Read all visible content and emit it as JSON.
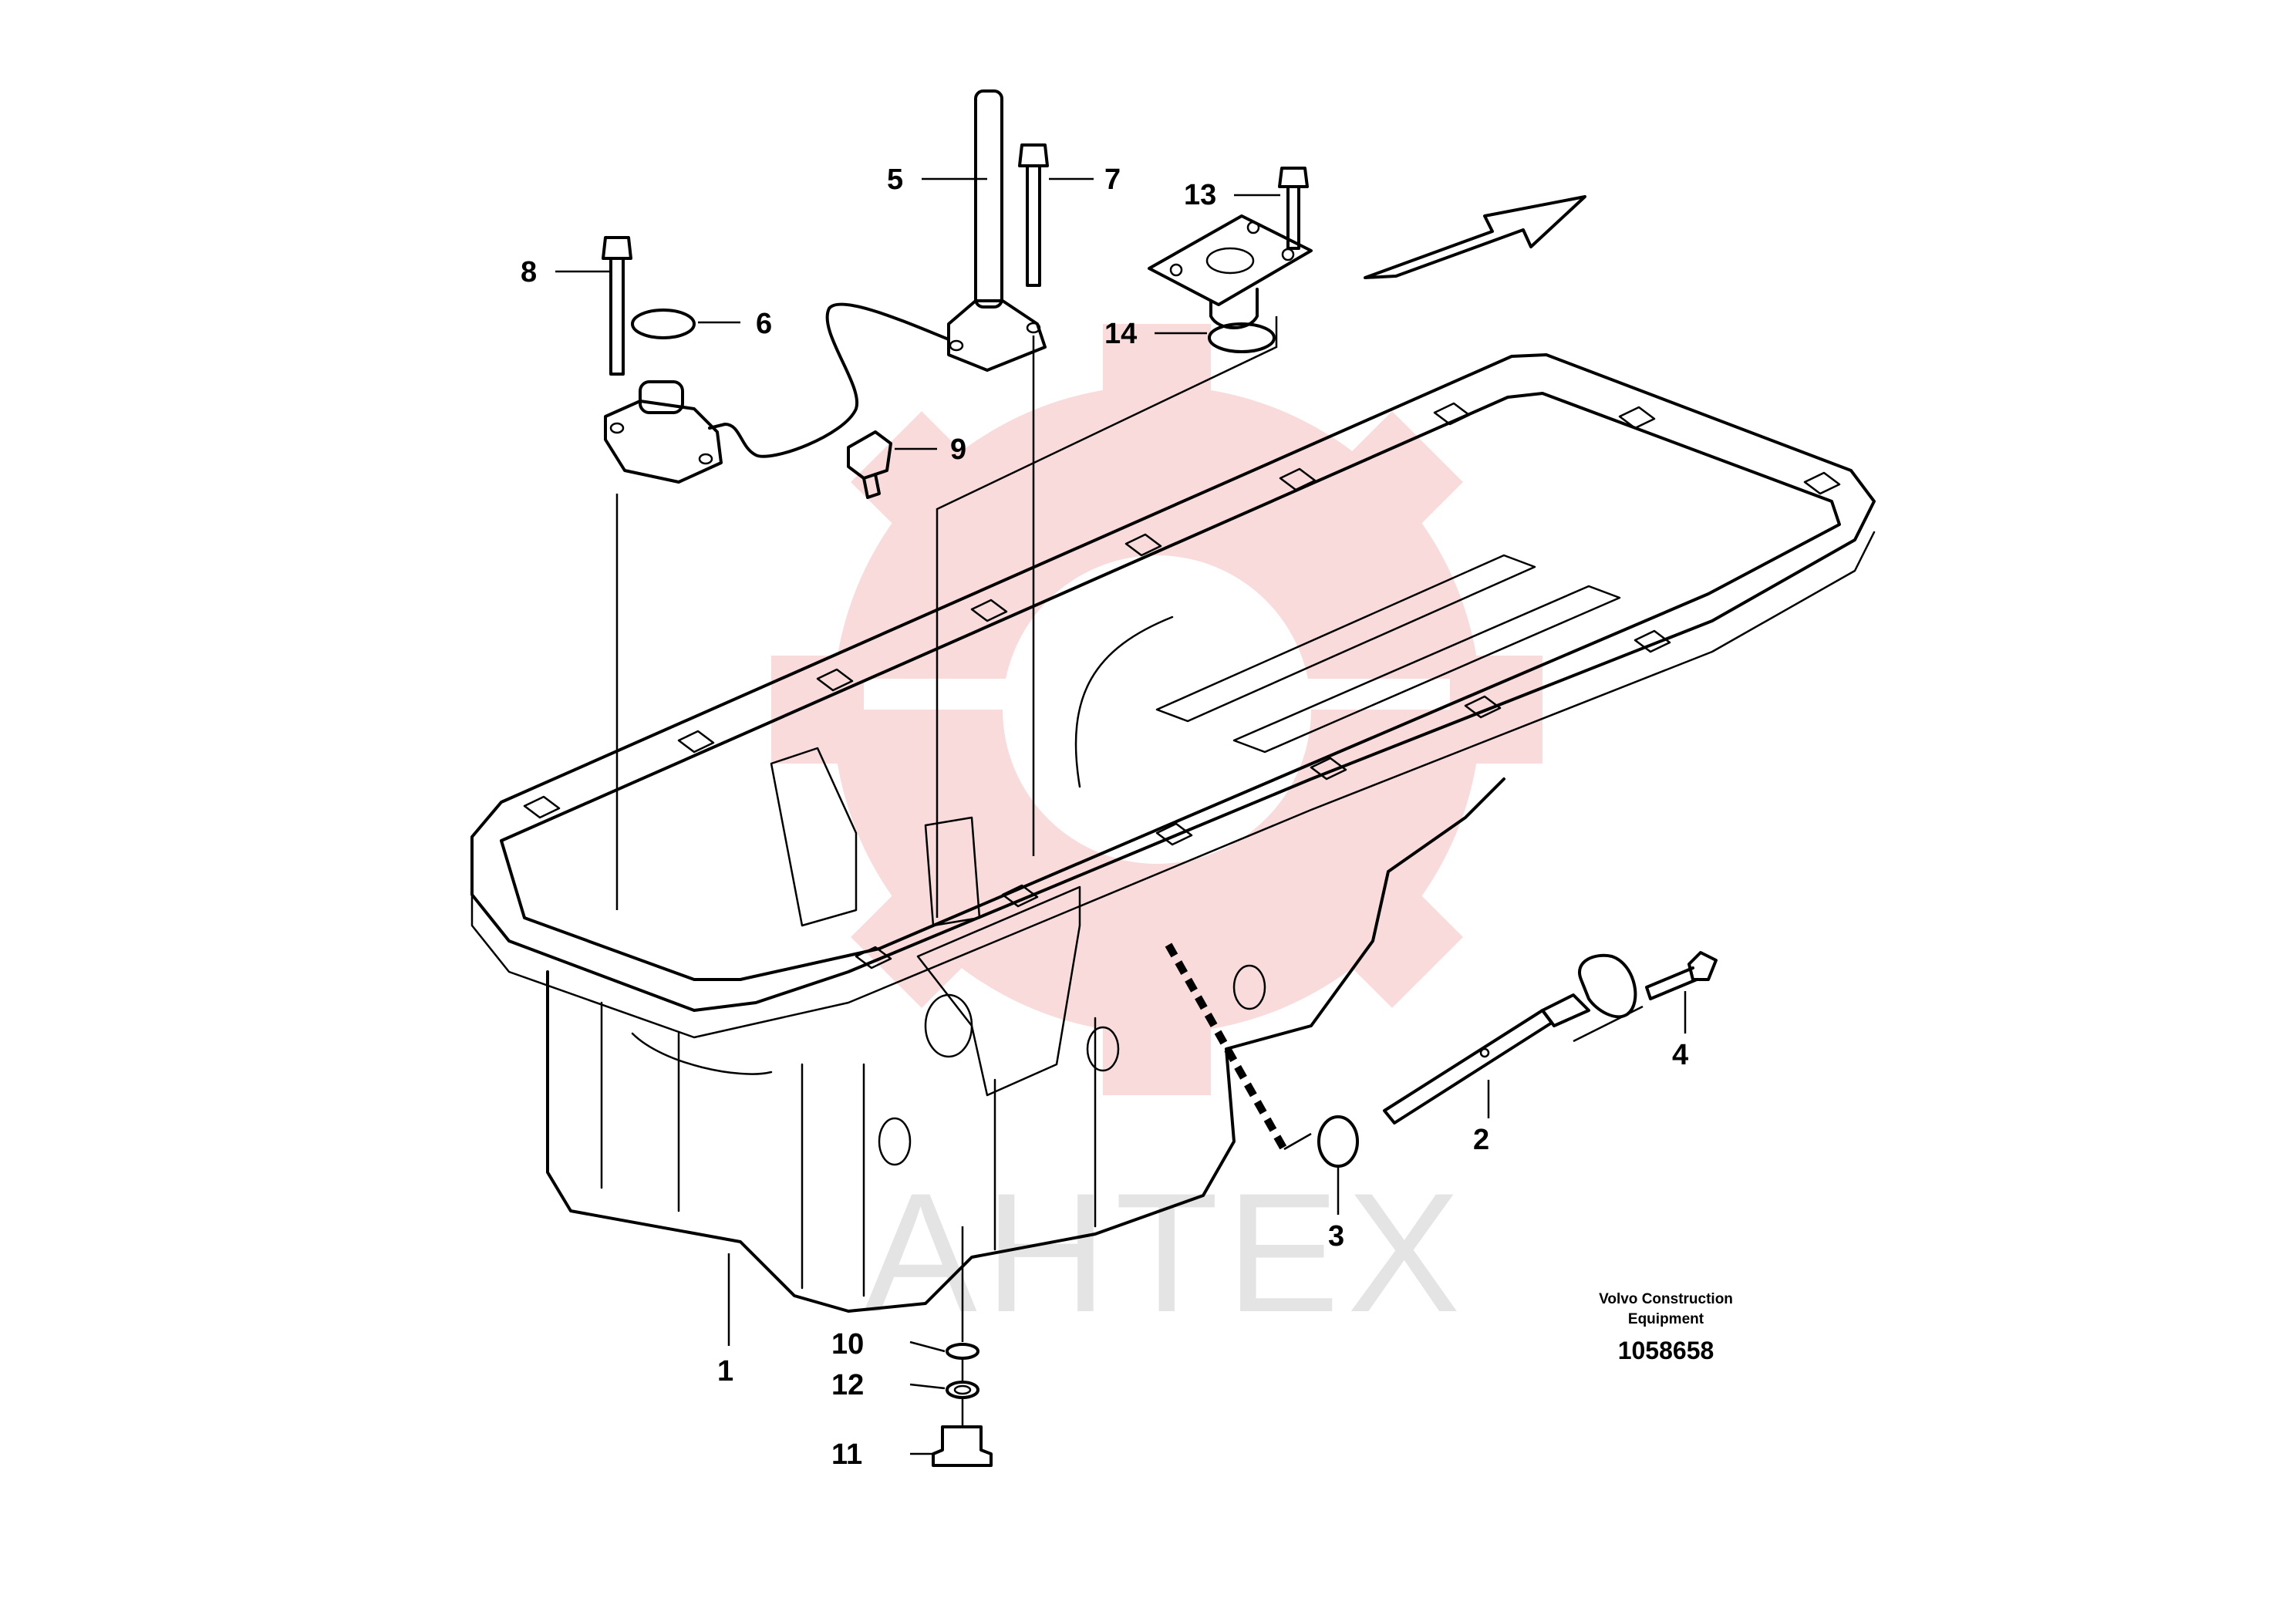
{
  "watermark": {
    "text": "AHTEX",
    "logo_color": "#f5b8b8"
  },
  "callouts": [
    {
      "id": "1",
      "label": "1"
    },
    {
      "id": "2",
      "label": "2"
    },
    {
      "id": "3",
      "label": "3"
    },
    {
      "id": "4",
      "label": "4"
    },
    {
      "id": "5",
      "label": "5"
    },
    {
      "id": "6",
      "label": "6"
    },
    {
      "id": "7",
      "label": "7"
    },
    {
      "id": "8",
      "label": "8"
    },
    {
      "id": "9",
      "label": "9"
    },
    {
      "id": "10",
      "label": "10"
    },
    {
      "id": "11",
      "label": "11"
    },
    {
      "id": "12",
      "label": "12"
    },
    {
      "id": "13",
      "label": "13"
    },
    {
      "id": "14",
      "label": "14"
    }
  ],
  "caption": {
    "line1": "Volvo Construction",
    "line2": "Equipment",
    "number": "1058658"
  },
  "icons": {
    "direction": "direction-arrow-icon"
  }
}
